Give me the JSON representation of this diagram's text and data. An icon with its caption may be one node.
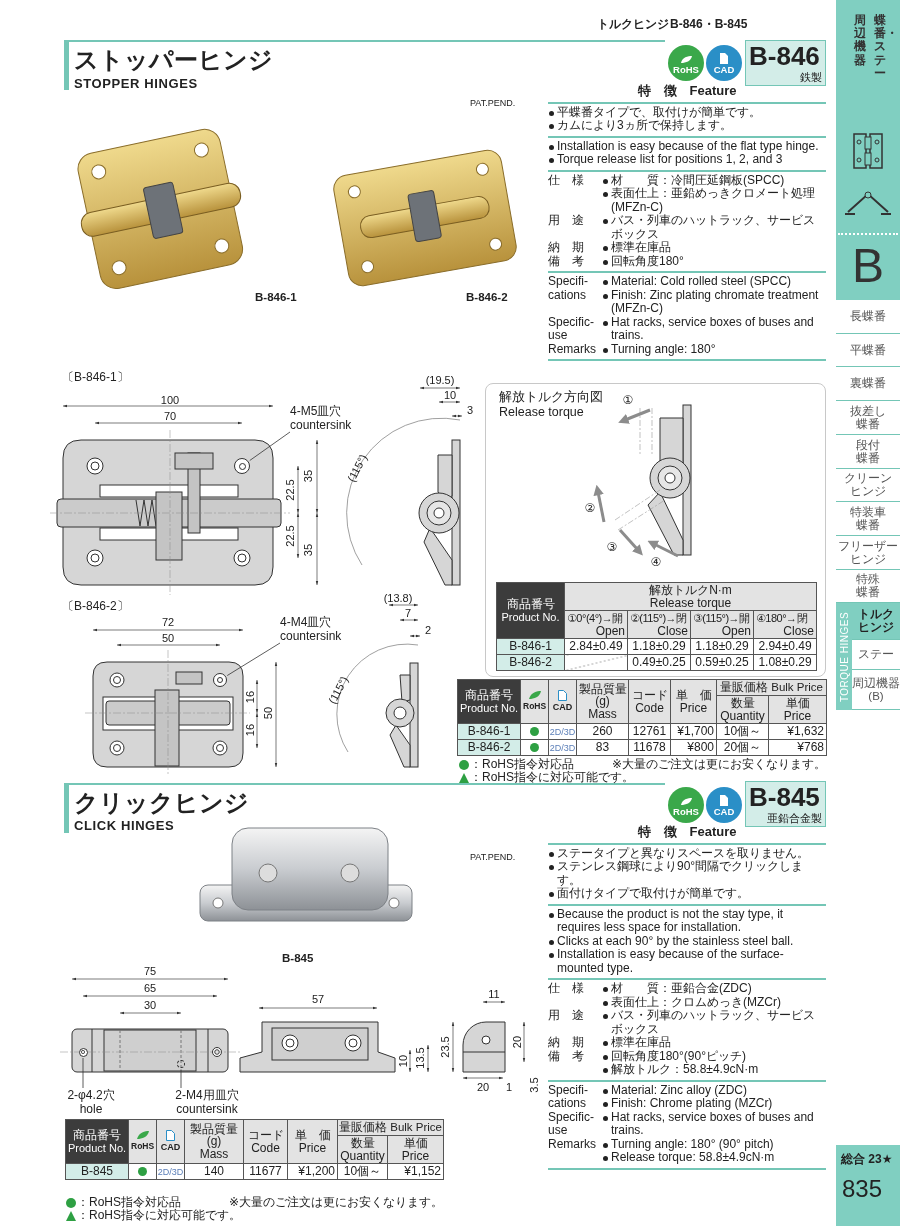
{
  "diagram": {
    "nodes": [
      {
        "text": [
          "4-M5皿穴 countersink"
        ]
      },
      {
        "text": [],
        "shape": "circle"
      },
      {
        "text": [
          "4-M4皿穴 countersink"
        ]
      },
      {
        "text": [],
        "shape": "circle"
      },
      {
        "text": [
          "2-φ4.2穴 hole"
        ]
      },
      {
        "text": [],
        "shape": "circle"
      },
      {
        "text": [
          "2-M4用皿穴 countersink"
        ]
      },
      {
        "text": [],
        "shape": "circle"
      }
    ],
    "edges": [
      {
        "from": 0,
        "to": 1,
        "arrow": "none"
      },
      {
        "from": 2,
        "to": 3,
        "arrow": "none"
      },
      {
        "from": 4,
        "to": 5,
        "arrow": "none"
      },
      {
        "from": 6,
        "to": 7,
        "arrow": "none"
      }
    ],
    "labels": [
      "トルクヒンジ",
      "B-846・B-845",
      "周辺機器",
      "蝶番・ステー",
      "B",
      "長蝶番",
      "平蝶番",
      "裏蝶番",
      "抜差し蝶番",
      "段付蝶番",
      "クリーンヒンジ",
      "特装車蝶番",
      "フリーザーヒンジ",
      "特殊蝶番",
      "トルクヒンジ",
      "ステー",
      "周辺機器(B)",
      "TORQUE HINGES",
      "ストッパーヒンジ",
      "STOPPER HINGES",
      "RoHS",
      "CAD",
      "B-846",
      "鉄製",
      "特　徴　Feature",
      "PAT.PEND.",
      "平蝶番タイプで、取付けが簡単です。",
      "カムにより3ヵ所で保持します。",
      "Installation is easy because of the flat type hinge.",
      "Torque release list for positions 1, 2, and 3",
      "仕　様",
      "材　　質：冷間圧延鋼板(SPCC)",
      "表面仕上：亜鉛めっきクロメート処理(MFZn-C)",
      "用　途",
      "バス・列車のハットラック、サービスボックス",
      "納　期",
      "標準在庫品",
      "備　考",
      "回転角度180°",
      "Specifi-cations",
      "Material: Cold rolled steel (SPCC)",
      "Finish: Zinc plating chromate treatment (MFZn-C)",
      "Specific-use",
      "Hat racks, service boxes of buses and trains.",
      "Remarks",
      "Turning angle: 180°",
      "B-846-1",
      "B-846-2",
      "〔B-846-1〕",
      "100",
      "70",
      "22.5",
      "35",
      "22.5",
      "35",
      "(19.5)",
      "10",
      "3",
      "(115°)",
      "〔B-846-2〕",
      "72",
      "50",
      "16",
      "16",
      "50",
      "(13.8)",
      "7",
      "2",
      "(115°)",
      "解放トルク方向図",
      "Release torque",
      "①",
      "②",
      "③",
      "④",
      "商品番号",
      "Product No.",
      "解放トルクN·m",
      "Release torque",
      "①0°(4°)→開",
      "Open",
      "②(115°)→閉",
      "Close",
      "③(115°)→開",
      "Open",
      "④180°→閉",
      "Close",
      "B-846-1",
      "2.84±0.49",
      "1.18±0.29",
      "1.18±0.29",
      "2.94±0.49",
      "B-846-2",
      "0.49±0.25",
      "0.59±0.25",
      "1.08±0.29",
      "商品番号",
      "Product No.",
      "RoHS",
      "CAD",
      "製品質量(g)",
      "Mass",
      "コード",
      "Code",
      "単　価",
      "Price",
      "量販価格 Bulk Price",
      "数量 Quantity",
      "単価 Price",
      "B-846-1",
      "2D/3D",
      "260",
      "12761",
      "¥1,700",
      "10個～",
      "¥1,632",
      "B-846-2",
      "2D/3D",
      "83",
      "11678",
      "¥800",
      "20個～",
      "¥768",
      "※大量のご注文は更にお安くなります。",
      "クリックヒンジ",
      "CLICK HINGES",
      "RoHS",
      "CAD",
      "B-845",
      "亜鉛合金製",
      "特　徴　Feature",
      "PAT.PEND.",
      "ステータイプと異なりスペースを取りません。",
      "ステンレス鋼球により90°間隔でクリックします。",
      "面付けタイプで取付けが簡単です。",
      "Because the product is not the stay type, it requires less space for installation.",
      "Clicks at each 90° by the stainless steel ball.",
      "Installation is easy because of the surface-mounted type.",
      "仕　様",
      "材　　質：亜鉛合金(ZDC)",
      "表面仕上：クロムめっき(MZCr)",
      "用　途",
      "バス・列車のハットラック、サービスボックス",
      "納　期",
      "標準在庫品",
      "備　考",
      "回転角度180°(90°ピッチ)",
      "解放トルク：58.8±4.9cN·m",
      "Specifi-cations",
      "Material: Zinc alloy (ZDC)",
      "Finish: Chrome plating (MZCr)",
      "Specific-use",
      "Hat racks, service boxes of buses and trains.",
      "Remarks",
      "Turning angle: 180° (90° pitch)",
      "Release torque: 58.8±4.9cN·m",
      "B-845",
      "75",
      "65",
      "30",
      "57",
      "10",
      "13.5",
      "23.5",
      "11",
      "20",
      "20",
      "1",
      "3.5",
      "商品番号",
      "Product No.",
      "RoHS",
      "CAD",
      "製品質量(g)",
      "Mass",
      "コード",
      "Code",
      "単　価",
      "Price",
      "量販価格 Bulk Price",
      "数量 Quantity",
      "単価 Price",
      "B-845",
      "2D/3D",
      "140",
      "11677",
      "¥1,200",
      "10個～",
      "¥1,152",
      "※大量のご注文は更にお安くなります。",
      "総合 23★",
      "835"
    ],
    "legend": [
      {
        "text": "：RoHS指令対応品"
      },
      {
        "text": "：RoHS指令に対応可能です。"
      },
      {
        "text": "：RoHS指令対応品"
      },
      {
        "text": "：RoHS指令に対応可能です。"
      }
    ]
  }
}
